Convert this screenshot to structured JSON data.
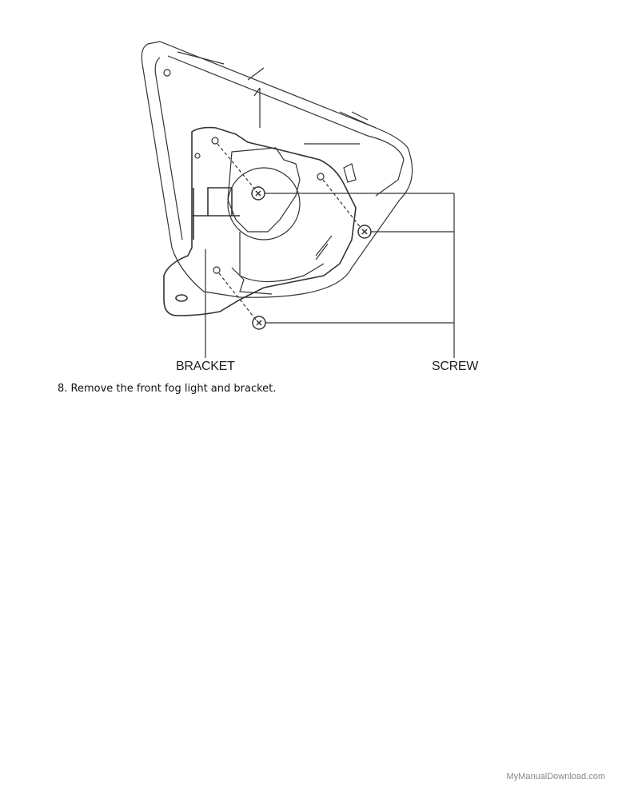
{
  "figure": {
    "labels": {
      "bracket": "BRACKET",
      "screw": "SCREW"
    }
  },
  "step": {
    "text": "8. Remove the front fog light and bracket."
  },
  "watermark": "MyManualDownload.com"
}
